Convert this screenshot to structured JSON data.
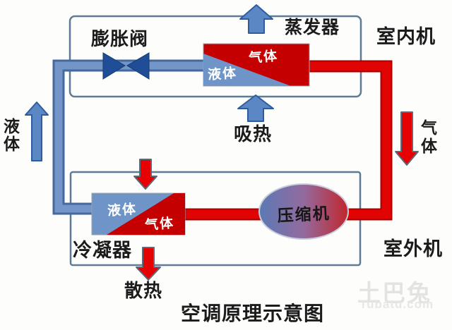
{
  "title": "空调原理示意图",
  "watermark": {
    "name_cn": "土巴兔",
    "name_en": "Tubatu.com"
  },
  "indoor_unit": {
    "label": "室内机",
    "expansion_valve": "膨胀阀",
    "evaporator": "蒸发器",
    "evaporator_gas": "气体",
    "evaporator_liquid": "液体",
    "absorb_heat": "吸热"
  },
  "outdoor_unit": {
    "label": "室外机",
    "condenser": "冷凝器",
    "condenser_liquid": "液体",
    "condenser_gas": "气体",
    "compressor": "压缩机",
    "release_heat": "散热"
  },
  "left_line": {
    "label": "液体"
  },
  "right_line": {
    "label": "气体"
  },
  "colors": {
    "liquid_pipe_blue": "#7495c7",
    "liquid_pipe_edge": "#44699e",
    "gas_pipe_red": "#e00404",
    "gas_pipe_edge": "#aa0000",
    "valve_dark_blue": "#1f4e96",
    "arrow_blue": "#5b87c5",
    "arrow_blue_edge": "#2e5c9e",
    "arrow_red": "#e60202",
    "arrow_red_edge": "#5a6a7a",
    "block_red": "#c40000",
    "block_blue": "#6e94c8",
    "box_border": "#5d7a96",
    "compressor_left": "#5a7ab5",
    "compressor_right": "#c0272d",
    "watermark_gray": "#e3e3df"
  }
}
